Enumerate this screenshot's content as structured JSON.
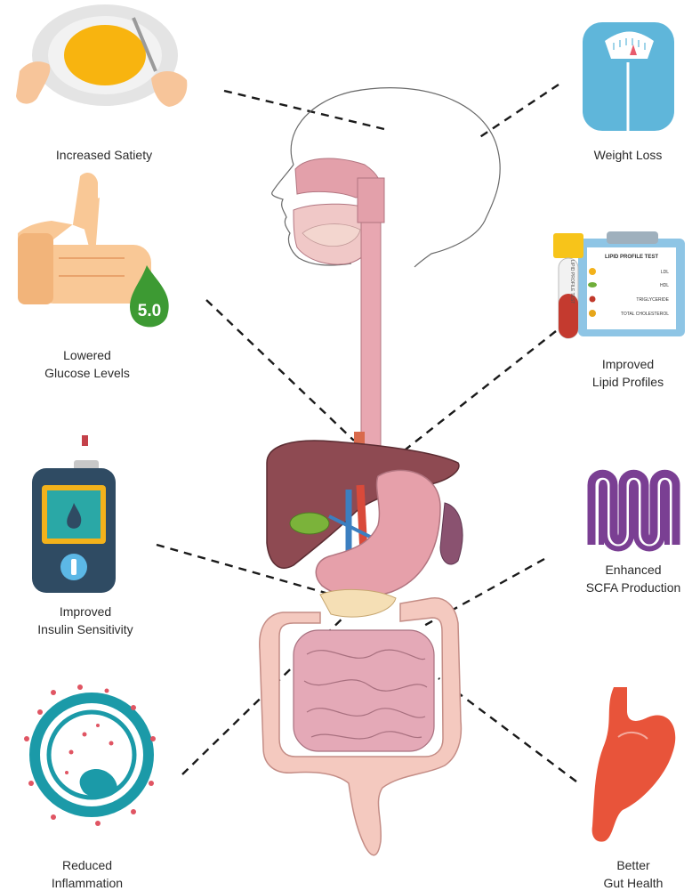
{
  "benefits": {
    "increased_satiety": {
      "label": "Increased Satiety",
      "icon": "plate-meal-icon"
    },
    "weight_loss": {
      "label": "Weight Loss",
      "icon": "bathroom-scale-icon"
    },
    "lowered_glucose": {
      "line1": "Lowered",
      "line2": "Glucose Levels",
      "icon": "finger-blood-drop-icon",
      "reading": "5.0"
    },
    "lipid_profiles": {
      "line1": "Improved",
      "line2": "Lipid Profiles",
      "icon": "lipid-test-clipboard-icon",
      "test_title": "LIPID PROFILE TEST",
      "tube_label": "LIPID PROFILE TEST",
      "rows": [
        "LDL",
        "HDL",
        "TRIGLYCERIDE",
        "TOTAL CHOLESTEROL"
      ]
    },
    "insulin_sensitivity": {
      "line1": "Improved",
      "line2": "Insulin Sensitivity",
      "icon": "glucometer-icon"
    },
    "scfa_production": {
      "line1": "Enhanced",
      "line2": "SCFA Production",
      "icon": "intestinal-villi-icon"
    },
    "inflammation": {
      "line1": "Reduced",
      "line2": "Inflammation",
      "icon": "inflamed-cell-icon"
    },
    "gut_health": {
      "line1": "Better",
      "line2": "Gut Health",
      "icon": "stomach-icon"
    }
  },
  "colors": {
    "tissue_pink": "#e8a3ad",
    "liver": "#8e4a52",
    "stomach": "#e7a2ac",
    "colon": "#f4c9bf",
    "gallbladder": "#7bb33a",
    "teal": "#1b9aa8",
    "orange_scfa": "#7a3f93",
    "stomach_icon": "#e8543a",
    "skin": "#f9c896"
  }
}
